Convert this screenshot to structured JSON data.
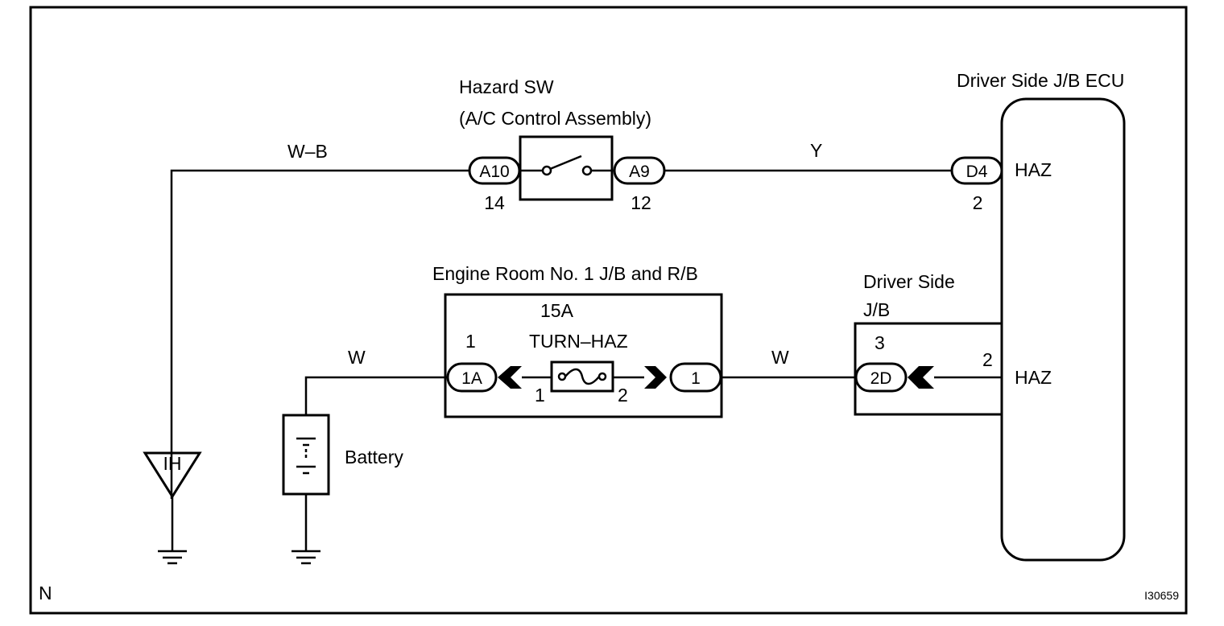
{
  "diagram": {
    "corner_label": "N",
    "figure_id": "I30659",
    "components": {
      "hazard_sw": {
        "title": "Hazard SW",
        "subtitle": "(A/C Control Assembly)"
      },
      "ecu": {
        "title": "Driver Side J/B ECU",
        "pin_top": "HAZ",
        "pin_bottom": "HAZ"
      },
      "engine_room_jb": {
        "title": "Engine Room No. 1 J/B and R/B",
        "fuse_rating": "15A",
        "fuse_name": "TURN–HAZ"
      },
      "driver_side_jb": {
        "title_line1": "Driver Side",
        "title_line2": "J/B"
      },
      "battery": {
        "label": "Battery"
      },
      "ground_ref": {
        "label": "IH"
      }
    },
    "connectors": {
      "a10": {
        "label": "A10",
        "pin": "14"
      },
      "a9": {
        "label": "A9",
        "pin": "12"
      },
      "d4": {
        "label": "D4",
        "pin": "2"
      },
      "c1a": {
        "label": "1A",
        "pin": "1"
      },
      "c1": {
        "label": "1"
      },
      "c2d": {
        "label": "2D",
        "pin": "3"
      }
    },
    "fuse_pins": {
      "left": "1",
      "right": "2"
    },
    "ecu_input_pin": "2",
    "wires": {
      "wb": "W–B",
      "y": "Y",
      "w_left": "W",
      "w_right": "W"
    }
  }
}
